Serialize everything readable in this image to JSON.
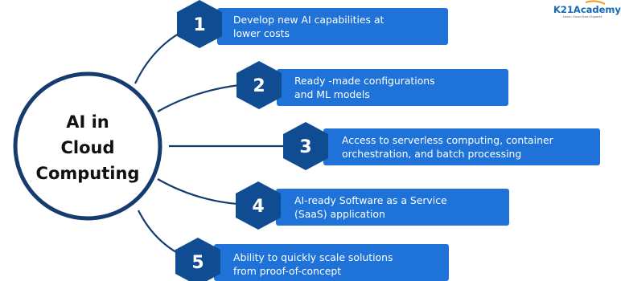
{
  "logo": {
    "title": "K21Academy",
    "subtitle": "Learn Cloud from Experts"
  },
  "center": {
    "lines": [
      "AI in",
      "Cloud",
      "Computing"
    ]
  },
  "items": [
    {
      "number": "1",
      "lines": [
        "Develop new AI capabilities at",
        "lower costs"
      ]
    },
    {
      "number": "2",
      "lines": [
        "Ready -made configurations",
        "and ML models"
      ]
    },
    {
      "number": "3",
      "lines": [
        "Access to serverless computing, container",
        "orchestration, and batch processing"
      ]
    },
    {
      "number": "4",
      "lines": [
        "AI-ready Software as a Service",
        "(SaaS) application"
      ]
    },
    {
      "number": "5",
      "lines": [
        "Ability to quickly scale solutions",
        "from proof-of-concept"
      ]
    }
  ],
  "colors": {
    "box": "#1f72d8",
    "badge": "#0f4c91",
    "line": "#163c6f",
    "circle_border": "#163c6f"
  }
}
